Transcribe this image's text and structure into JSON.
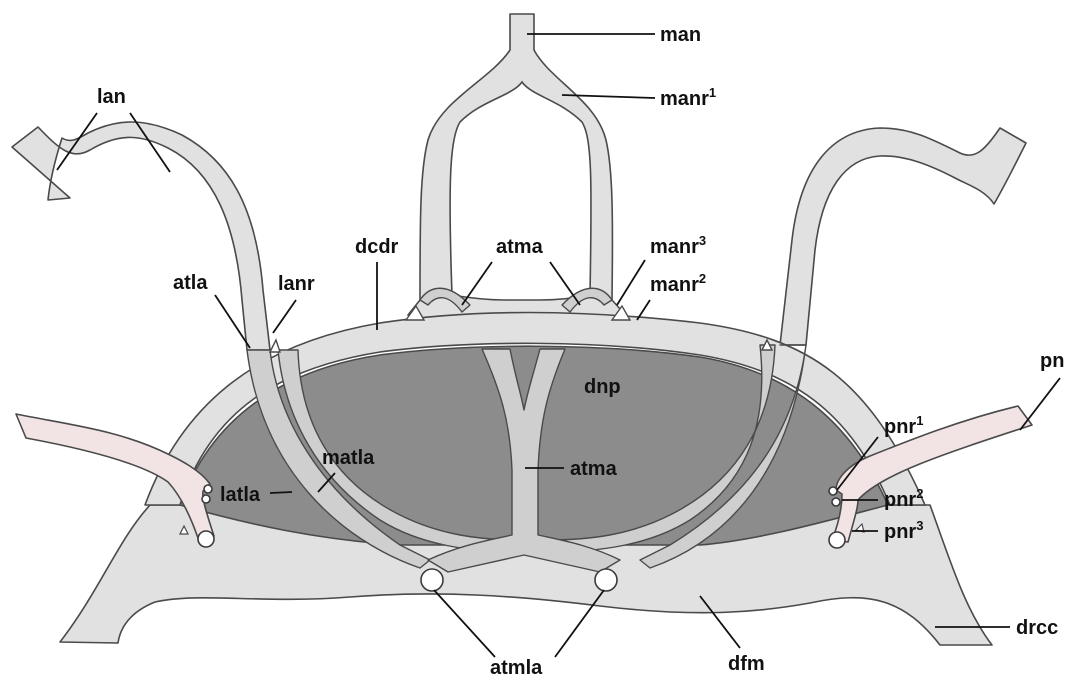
{
  "labels": {
    "man": "man",
    "manr1": "manr",
    "manr1_sup": "1",
    "lan": "lan",
    "dcdr": "dcdr",
    "atma_top": "atma",
    "manr3": "manr",
    "manr3_sup": "3",
    "manr2": "manr",
    "manr2_sup": "2",
    "atla": "atla",
    "lanr": "lanr",
    "dnp": "dnp",
    "pn": "pn",
    "pnr1": "pnr",
    "pnr1_sup": "1",
    "matla": "matla",
    "atma_center": "atma",
    "latla": "latla",
    "pnr2": "pnr",
    "pnr2_sup": "2",
    "pnr3": "pnr",
    "pnr3_sup": "3",
    "drcc": "drcc",
    "atmla": "atmla",
    "dfm": "dfm"
  },
  "colors": {
    "nerve_fill": "#e1e1e1",
    "neuropil_fill": "#8c8c8c",
    "inner_tract_fill": "#cfcfcf",
    "pink_nerve_fill": "#f2e4e4",
    "outline": "#4a4a4a",
    "label": "#111111"
  }
}
